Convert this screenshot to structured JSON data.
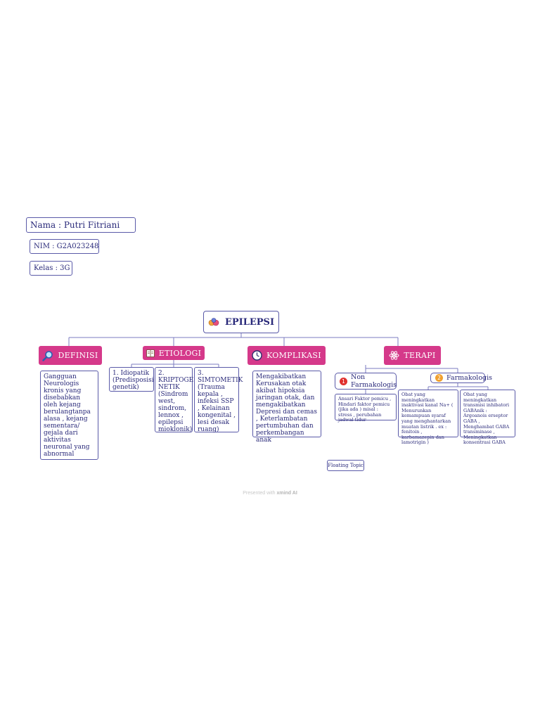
{
  "student": {
    "name": "Nama : Putri Fitriani",
    "nim": "NIM : G2A023248",
    "kelas": "Kelas : 3G"
  },
  "central": {
    "label": "EPILEPSI",
    "icon": "medicine-pills-icon"
  },
  "categories": {
    "definisi": {
      "label": "DEFINISI",
      "icon": "magnifier-icon",
      "text": "Gangguan Neurologis kronis yang disebabkan oleh kejang berulangtanpa alasa , kejang sementara/ gejala dari aktivitas neuronal yang abnormal"
    },
    "etiologi": {
      "label": "ETIOLOGI",
      "icon": "book-icon",
      "items": [
        "1. Idiopatik (Predisposisi genetik)",
        "2. KRIPTOGE NETIK (Sindrom west, sindrom, lennox , epilepsi mioklonik)",
        "3. SIMTOMETIK (Trauma kepala , infeksi SSP , Kelainan kongenital , lesi desak ruang)"
      ]
    },
    "komplikasi": {
      "label": "KOMPLIKASI",
      "icon": "clock-icon",
      "text": "Mengakibatkan Kerusakan otak akibat hipoksia jaringan otak, dan mengakibatkan Depresi dan cemas , Keterlambatan pertumbuhan dan perkembangan anak"
    },
    "terapi": {
      "label": "TERAPI",
      "icon": "atom-icon",
      "non_farmakologis": {
        "marker": "1",
        "label": "Non Farmakologis",
        "text": "Ansari Faktor pemicu , Hindari faktor pemicu (jika ada ) misal : stress , perubahan jadwal tidur"
      },
      "farmakologis": {
        "marker": "2",
        "label": "Farmakologis",
        "items": [
          "Obat yang meningkatkan inaktivasi kanal Na+ ( Menurunkan kemampuan syaraf yang menghantarkan muatan listrik . ex : fenitoin , karbamazepin dan lamotrigin )",
          "Obat yang meningkatkan transmisi inhibatori GABAnik : Argoanois erseptor GABA , Menghambat GABA transminase , Meningkatkan konsentrasi GABA"
        ]
      }
    }
  },
  "floating_topic": "Floating Topic",
  "footer": {
    "prefix": "Presented with ",
    "brand": "xmind AI"
  },
  "colors": {
    "accent": "#d5398a",
    "border": "#5a5aa8",
    "text": "#2a2a7a",
    "num1": "#e0312f",
    "num2": "#f0a030"
  }
}
